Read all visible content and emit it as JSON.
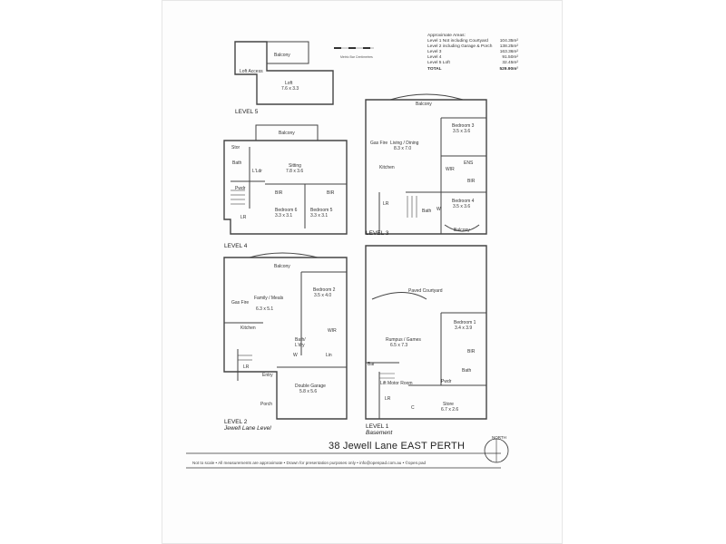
{
  "areas": {
    "heading": "Approximate Areas:",
    "rows": [
      {
        "name": "Level 1 Not including Courtyard",
        "value": "104.35m²"
      },
      {
        "name": "Level 2 including Garage & Porch",
        "value": "138.25m²"
      },
      {
        "name": "Level 3",
        "value": "163.36m²"
      },
      {
        "name": "Level 4",
        "value": "91.50m²"
      },
      {
        "name": "Level 5 Loft",
        "value": "32.45m²"
      }
    ],
    "total": {
      "name": "TOTAL",
      "value": "529.90m²"
    }
  },
  "scale_note": "Metric Bar Centimetres",
  "levels": {
    "l5": {
      "title": "LEVEL 5",
      "rooms": {
        "balcony": "Balcony",
        "loft_name": "Loft",
        "loft_dim": "7.6 x 3.3",
        "loft_access": "Loft Access"
      }
    },
    "l4": {
      "title": "LEVEL 4",
      "rooms": {
        "balcony": "Balcony",
        "sitting_name": "Sitting",
        "sitting_dim": "7.8 x 3.6",
        "bath": "Bath",
        "ldry": "L'Ldr",
        "pwdr": "Pwdr",
        "lr": "LR",
        "bir1": "BIR",
        "bir2": "BIR",
        "bed6_name": "Bedroom 6",
        "bed6_dim": "3.3 x 3.1",
        "bed5_name": "Bedroom 5",
        "bed5_dim": "3.3 x 3.1",
        "stor": "Stor"
      }
    },
    "l3": {
      "title": "LEVEL 3",
      "rooms": {
        "balcony": "Balcony",
        "living_name": "Living / Dining",
        "living_dim": "8.3 x 7.0",
        "kitchen": "Kitchen",
        "bed3_name": "Bedroom 3",
        "bed3_dim": "3.5 x 3.6",
        "ens": "ENS",
        "wir": "WIR",
        "bir": "BIR",
        "bed4_name": "Bedroom 4",
        "bed4_dim": "3.5 x 3.6",
        "bath": "Bath",
        "lr": "LR",
        "balcony2": "Balcony",
        "w": "W",
        "gas": "Gas Fire"
      }
    },
    "l2": {
      "title": "LEVEL 2",
      "subtitle": "Jewell Lane Level",
      "rooms": {
        "balcony": "Balcony",
        "family_name": "Family / Meals",
        "family_dim": "6.3 x 5.1",
        "bed2_name": "Bedroom 2",
        "bed2_dim": "3.5 x 4.0",
        "kitchen": "Kitchen",
        "wir": "WIR",
        "bath_name": "Bath/",
        "bath_dim": "L'dry",
        "lr": "LR",
        "entry": "Entry",
        "garage_name": "Double Garage",
        "garage_dim": "5.8 x 5.6",
        "porch": "Porch",
        "w": "W",
        "gas": "Gas Fire",
        "lin": "Lin"
      }
    },
    "l1": {
      "title": "LEVEL 1",
      "subtitle": "Basement",
      "rooms": {
        "courtyard": "Paved Courtyard",
        "rumpus_name": "Rumpus / Games",
        "rumpus_dim": "6.5 x 7.3",
        "bed1_name": "Bedroom 1",
        "bed1_dim": "3.4 x 3.9",
        "bir": "BIR",
        "bath": "Bath",
        "bar": "Bar",
        "pwdr": "Pwdr",
        "lr": "LR",
        "store_name": "Store",
        "store_dim": "6.7 x 2.6",
        "lift": "Lift Motor Room",
        "c": "C"
      }
    }
  },
  "address": "38 Jewell Lane EAST PERTH",
  "footer": "Not to scale  •  All measurements are approximate  •  Drawn for presentation purposes only  •  info@openpad.com.au  •  ©open.pad",
  "north_label": "NORTH"
}
